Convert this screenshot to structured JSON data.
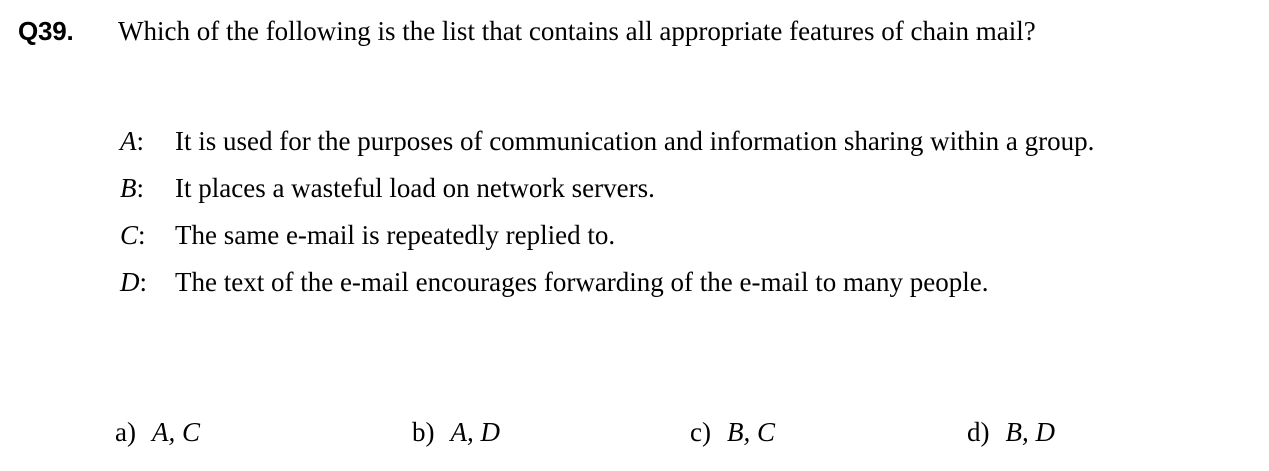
{
  "question": {
    "number_label": "Q39.",
    "text": "Which of the following is the list that contains all appropriate features of chain mail?"
  },
  "statements": [
    {
      "letter": "A",
      "separator": ":",
      "text": "It is used for the purposes of communication and information sharing within a group."
    },
    {
      "letter": "B",
      "separator": ":",
      "text": "It places a wasteful load on network servers."
    },
    {
      "letter": "C",
      "separator": ":",
      "text": "The same e-mail is repeatedly replied to."
    },
    {
      "letter": "D",
      "separator": ":",
      "text": "The text of the e-mail encourages forwarding of the e-mail to many people."
    }
  ],
  "options": [
    {
      "marker": "a)",
      "value": "A, C"
    },
    {
      "marker": "b)",
      "value": "A, D"
    },
    {
      "marker": "c)",
      "value": "B, C"
    },
    {
      "marker": "d)",
      "value": "B, D"
    }
  ],
  "colors": {
    "page_background": "#ffffff",
    "text": "#000000"
  }
}
